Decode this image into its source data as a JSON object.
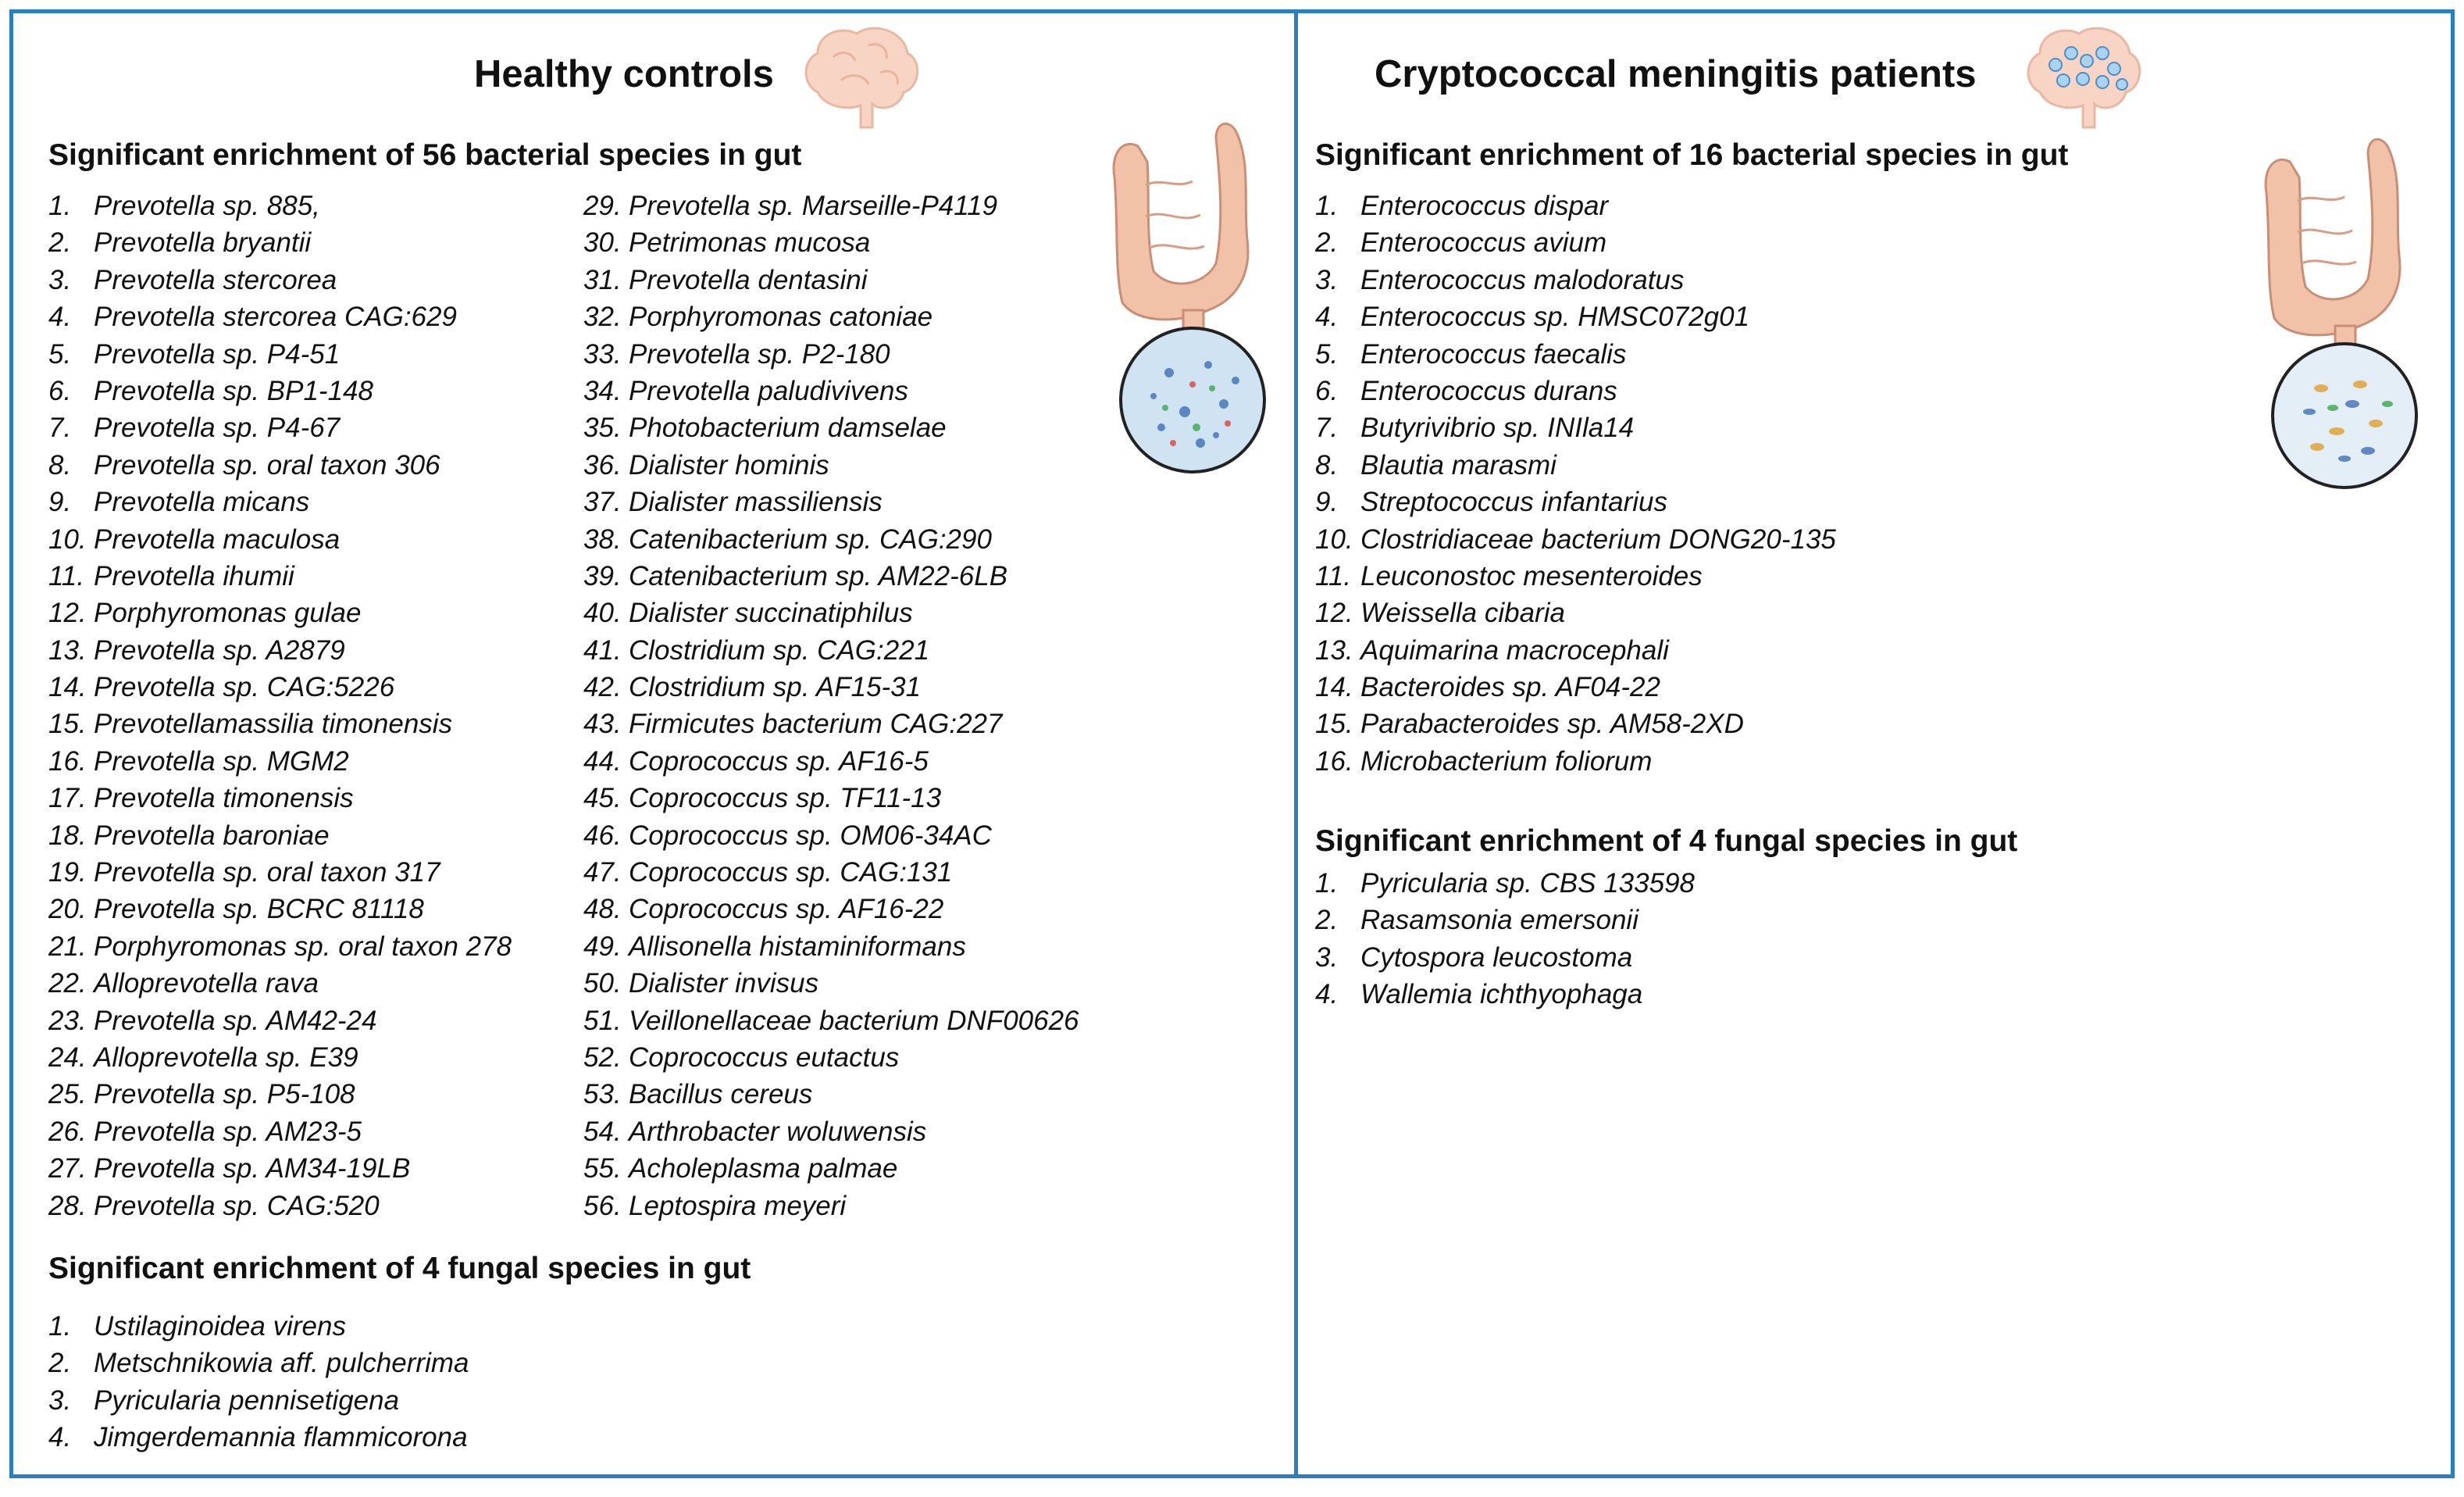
{
  "colors": {
    "border": "#2a7ec2",
    "gut": "#f2c2a8",
    "gut_outline": "#c98e76",
    "brain": "#f7d4c4"
  },
  "left": {
    "title": "Healthy controls",
    "bacteria_heading": "Significant enrichment of 56 bacterial species in gut",
    "bacteria_col1": [
      {
        "n": "1.",
        "t": "Prevotella sp. 885,"
      },
      {
        "n": "2.",
        "t": "Prevotella bryantii"
      },
      {
        "n": "3.",
        "t": "Prevotella stercorea"
      },
      {
        "n": "4.",
        "t": "Prevotella stercorea CAG:629"
      },
      {
        "n": "5.",
        "t": "Prevotella sp. P4-51"
      },
      {
        "n": "6.",
        "t": "Prevotella sp. BP1-148"
      },
      {
        "n": "7.",
        "t": "Prevotella sp. P4-67"
      },
      {
        "n": "8.",
        "t": "Prevotella sp. oral taxon 306"
      },
      {
        "n": "9.",
        "t": "Prevotella micans"
      },
      {
        "n": "10.",
        "t": "Prevotella maculosa"
      },
      {
        "n": "11.",
        "t": "Prevotella ihumii"
      },
      {
        "n": "12.",
        "t": "Porphyromonas gulae"
      },
      {
        "n": "13.",
        "t": "Prevotella sp. A2879"
      },
      {
        "n": "14.",
        "t": "Prevotella sp. CAG:5226"
      },
      {
        "n": "15.",
        "t": "Prevotellamassilia timonensis"
      },
      {
        "n": "16.",
        "t": "Prevotella sp. MGM2"
      },
      {
        "n": "17.",
        "t": "Prevotella timonensis"
      },
      {
        "n": "18.",
        "t": "Prevotella baroniae"
      },
      {
        "n": "19.",
        "t": "Prevotella sp. oral taxon 317"
      },
      {
        "n": "20.",
        "t": "Prevotella sp. BCRC 81118"
      },
      {
        "n": "21.",
        "t": "Porphyromonas sp. oral taxon 278"
      },
      {
        "n": "22.",
        "t": "Alloprevotella rava"
      },
      {
        "n": "23.",
        "t": "Prevotella sp. AM42-24"
      },
      {
        "n": "24.",
        "t": "Alloprevotella sp. E39"
      },
      {
        "n": "25.",
        "t": "Prevotella sp. P5-108"
      },
      {
        "n": "26.",
        "t": "Prevotella sp. AM23-5"
      },
      {
        "n": "27.",
        "t": "Prevotella sp. AM34-19LB"
      },
      {
        "n": "28.",
        "t": "Prevotella sp. CAG:520"
      }
    ],
    "bacteria_col2": [
      {
        "n": "29.",
        "t": "Prevotella sp. Marseille-P4119"
      },
      {
        "n": "30.",
        "t": "Petrimonas mucosa"
      },
      {
        "n": "31.",
        "t": "Prevotella dentasini"
      },
      {
        "n": "32.",
        "t": "Porphyromonas catoniae"
      },
      {
        "n": "33.",
        "t": "Prevotella sp. P2-180"
      },
      {
        "n": "34.",
        "t": "Prevotella paludivivens"
      },
      {
        "n": "35.",
        "t": "Photobacterium damselae"
      },
      {
        "n": "36.",
        "t": "Dialister hominis"
      },
      {
        "n": "37.",
        "t": "Dialister massiliensis"
      },
      {
        "n": "38.",
        "t": "Catenibacterium sp. CAG:290"
      },
      {
        "n": "39.",
        "t": "Catenibacterium sp. AM22-6LB"
      },
      {
        "n": "40.",
        "t": "Dialister succinatiphilus"
      },
      {
        "n": "41.",
        "t": "Clostridium sp. CAG:221"
      },
      {
        "n": "42.",
        "t": "Clostridium sp. AF15-31"
      },
      {
        "n": "43.",
        "t": "Firmicutes bacterium CAG:227"
      },
      {
        "n": "44.",
        "t": "Coprococcus sp. AF16-5"
      },
      {
        "n": "45.",
        "t": "Coprococcus sp. TF11-13"
      },
      {
        "n": "46.",
        "t": "Coprococcus sp. OM06-34AC"
      },
      {
        "n": "47.",
        "t": "Coprococcus sp. CAG:131"
      },
      {
        "n": "48.",
        "t": "Coprococcus sp. AF16-22"
      },
      {
        "n": "49.",
        "t": "Allisonella histaminiformans"
      },
      {
        "n": "50.",
        "t": "Dialister invisus"
      },
      {
        "n": "51.",
        "t": "Veillonellaceae bacterium DNF00626"
      },
      {
        "n": "52.",
        "t": "Coprococcus eutactus"
      },
      {
        "n": "53.",
        "t": "Bacillus cereus"
      },
      {
        "n": "54.",
        "t": "Arthrobacter woluwensis"
      },
      {
        "n": "55.",
        "t": "Acholeplasma palmae"
      },
      {
        "n": "56.",
        "t": "Leptospira meyeri"
      }
    ],
    "fungi_heading": "Significant enrichment of 4 fungal species in gut",
    "fungi": [
      {
        "n": "1.",
        "t": "Ustilaginoidea virens"
      },
      {
        "n": "2.",
        "t": "Metschnikowia aff. pulcherrima"
      },
      {
        "n": "3.",
        "t": "Pyricularia pennisetigena"
      },
      {
        "n": "4.",
        "t": "Jimgerdemannia flammicorona"
      }
    ]
  },
  "right": {
    "title": "Cryptococcal meningitis patients",
    "bacteria_heading": "Significant enrichment of 16 bacterial species in gut",
    "bacteria": [
      {
        "n": "1.",
        "t": "Enterococcus dispar"
      },
      {
        "n": "2.",
        "t": "Enterococcus avium"
      },
      {
        "n": "3.",
        "t": "Enterococcus malodoratus"
      },
      {
        "n": "4.",
        "t": "Enterococcus sp. HMSC072g01"
      },
      {
        "n": "5.",
        "t": "Enterococcus faecalis"
      },
      {
        "n": "6.",
        "t": "Enterococcus durans"
      },
      {
        "n": "7.",
        "t": "Butyrivibrio sp. INIla14"
      },
      {
        "n": "8.",
        "t": "Blautia marasmi"
      },
      {
        "n": "9.",
        "t": "Streptococcus infantarius"
      },
      {
        "n": "10.",
        "t": "Clostridiaceae bacterium DONG20-135"
      },
      {
        "n": "11.",
        "t": "Leuconostoc mesenteroides"
      },
      {
        "n": "12.",
        "t": "Weissella cibaria"
      },
      {
        "n": "13.",
        "t": "Aquimarina macrocephali"
      },
      {
        "n": "14.",
        "t": "Bacteroides sp. AF04-22"
      },
      {
        "n": "15.",
        "t": "Parabacteroides sp. AM58-2XD"
      },
      {
        "n": "16.",
        "t": "Microbacterium foliorum"
      }
    ],
    "fungi_heading": "Significant enrichment of 4 fungal species in gut",
    "fungi": [
      {
        "n": "1.",
        "t": "Pyricularia sp. CBS 133598"
      },
      {
        "n": "2.",
        "t": "Rasamsonia emersonii"
      },
      {
        "n": "3.",
        "t": "Cytospora leucostoma"
      },
      {
        "n": "4.",
        "t": "Wallemia ichthyophaga"
      }
    ]
  }
}
